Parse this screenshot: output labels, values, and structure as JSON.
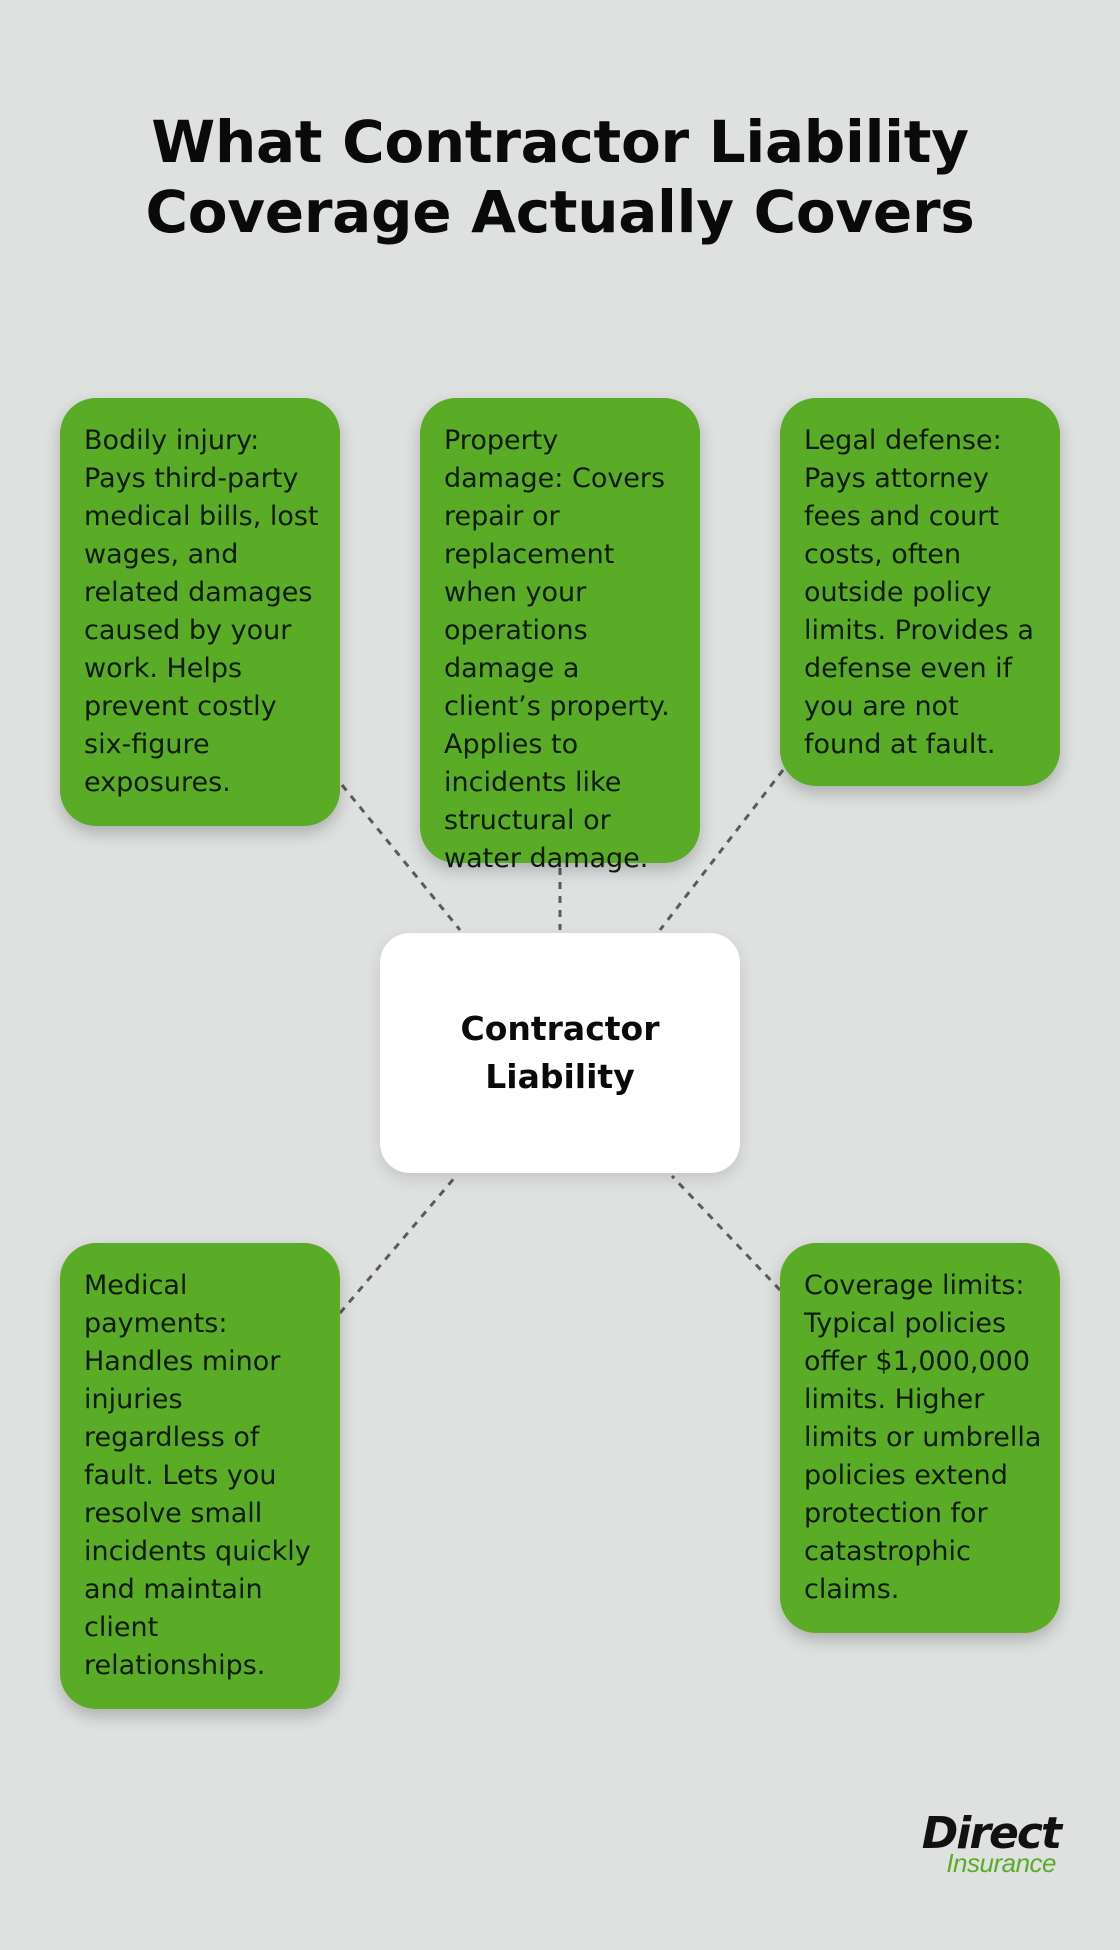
{
  "title": "What Contractor Liability Coverage Actually Covers",
  "hub": {
    "label": "Contractor Liability"
  },
  "cards": {
    "bodily_injury": "Bodily injury: Pays third-party medical bills, lost wages, and related damages caused by your work. Helps prevent costly six-figure exposures.",
    "property_damage": "Property damage: Covers repair or replacement when your operations damage a client’s property. Applies to incidents like structural or water damage.",
    "legal_defense": "Legal defense: Pays attorney fees and court costs, often outside policy limits. Provides a defense even if you are not found at fault.",
    "medical_payments": "Medical payments: Handles minor injuries regardless of fault. Lets you resolve small incidents quickly and maintain client relationships.",
    "coverage_limits": "Coverage limits: Typical policies offer $1,000,000 limits. Higher limits or umbrella policies extend protection for catastrophic claims."
  },
  "logo": {
    "main": "Direct",
    "sub": "Insurance"
  },
  "colors": {
    "background": "#dfe1e1",
    "card": "#5aab25",
    "hub": "#ffffff",
    "connector": "#5b5b5b",
    "text": "#0a0a0a"
  }
}
